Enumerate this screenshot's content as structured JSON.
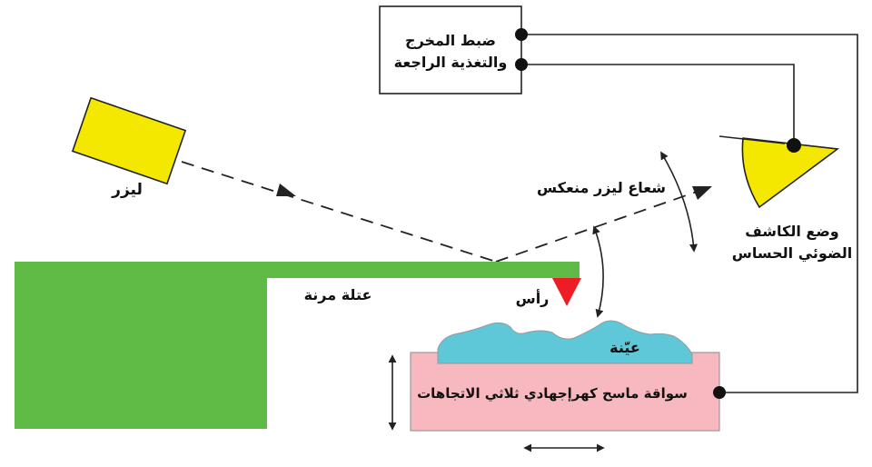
{
  "labels": {
    "laser": "ليزر",
    "controller_line1": "ضبط المخرج",
    "controller_line2": "والتغذية الراجعة",
    "reflected_beam": "شعاع ليزر منعكس",
    "detector_line1": "وضع الكاشف",
    "detector_line2": "الضوئي الحساس",
    "cantilever": "عتلة مرنة",
    "tip": "رأس",
    "sample": "عيّنة",
    "scanner": "سواقة ماسح كهرإجهادي ثلاثي الاتجاهات"
  },
  "colors": {
    "laser": "#f5e800",
    "detector": "#f5e800",
    "cantilever": "#5fba46",
    "tip": "#ee1c24",
    "sample": "#5ec8d8",
    "scanner": "#f7b8c0",
    "line": "#222222"
  }
}
